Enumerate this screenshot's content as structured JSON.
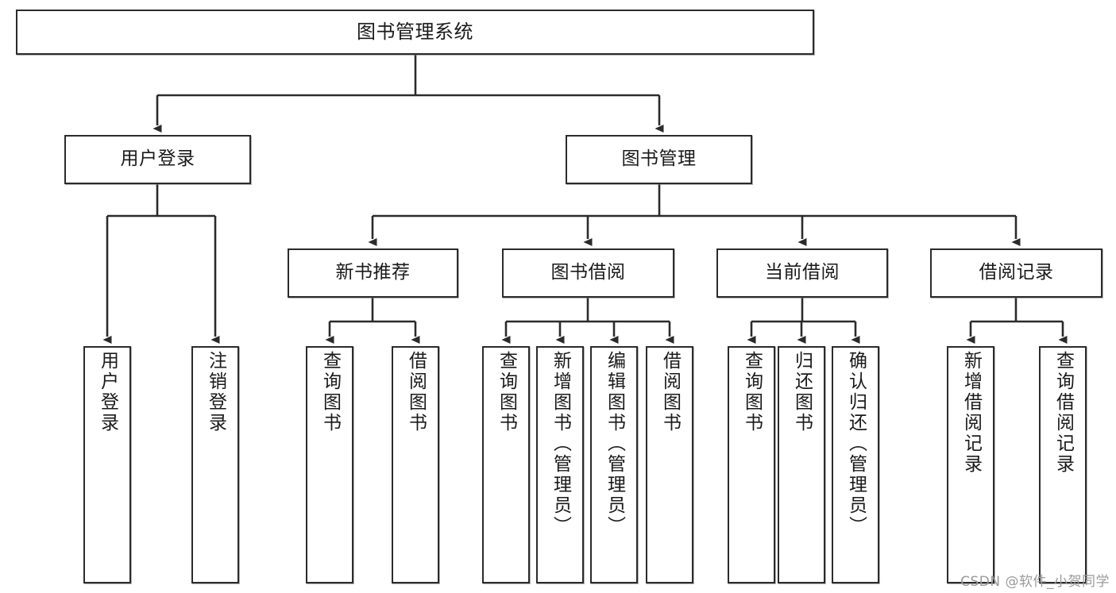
{
  "diagram": {
    "title": "图书管理系统",
    "type": "tree",
    "watermark": "CSDN @软件_小贺同学",
    "line_color": "#2b2b2b",
    "box_fill": "#ffffff",
    "text_color": "#1a1a1a",
    "nodes": {
      "root": {
        "label": "图书管理系统"
      },
      "level2": [
        {
          "id": "user-login",
          "label": "用户登录"
        },
        {
          "id": "book-manage",
          "label": "图书管理"
        }
      ],
      "level3": [
        {
          "id": "new-book-recommend",
          "label": "新书推荐"
        },
        {
          "id": "book-borrow",
          "label": "图书借阅"
        },
        {
          "id": "current-borrow",
          "label": "当前借阅"
        },
        {
          "id": "borrow-record",
          "label": "借阅记录"
        }
      ],
      "leaves": {
        "user_login": [
          {
            "id": "leaf-user-login",
            "label": "用户登录"
          },
          {
            "id": "leaf-logout-login",
            "label": "注销登录"
          }
        ],
        "new_book_recommend": [
          {
            "id": "leaf-query-book-1",
            "label": "查询图书"
          },
          {
            "id": "leaf-borrow-book-1",
            "label": "借阅图书"
          }
        ],
        "book_borrow": [
          {
            "id": "leaf-query-book-2",
            "label": "查询图书"
          },
          {
            "id": "leaf-add-book",
            "label": "新增图书（管理员）"
          },
          {
            "id": "leaf-edit-book",
            "label": "编辑图书（管理员）"
          },
          {
            "id": "leaf-borrow-book-2",
            "label": "借阅图书"
          }
        ],
        "current_borrow": [
          {
            "id": "leaf-query-book-3",
            "label": "查询图书"
          },
          {
            "id": "leaf-return-book",
            "label": "归还图书"
          },
          {
            "id": "leaf-confirm-return",
            "label": "确认归还（管理员）"
          }
        ],
        "borrow_record": [
          {
            "id": "leaf-add-record",
            "label": "新增借阅记录"
          },
          {
            "id": "leaf-query-record",
            "label": "查询借阅记录"
          }
        ]
      }
    }
  }
}
